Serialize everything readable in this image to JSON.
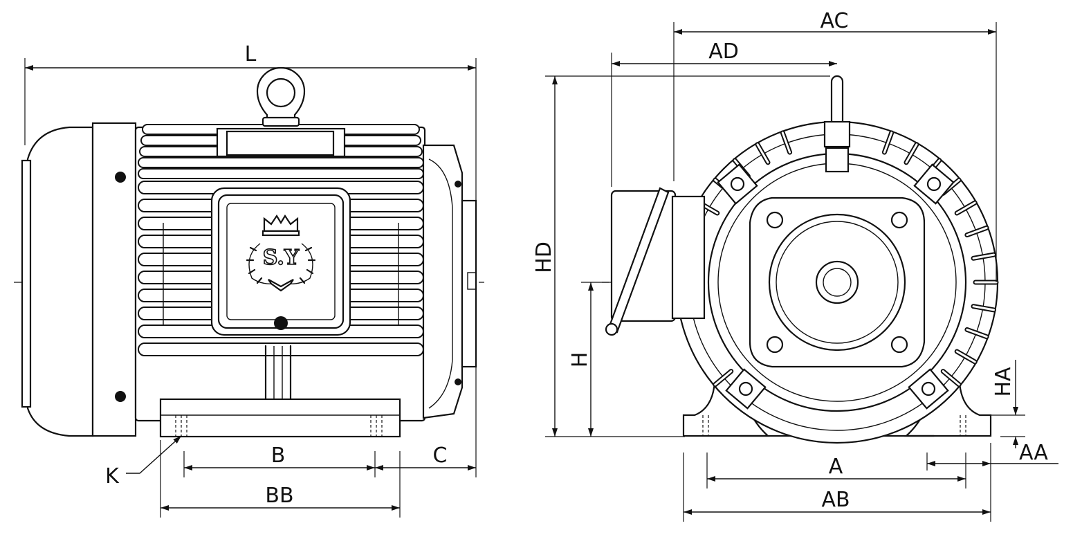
{
  "logo": {
    "text": "S.Y"
  },
  "dimensions": {
    "L": "L",
    "B": "B",
    "BB": "BB",
    "C": "C",
    "K": "K",
    "AC": "AC",
    "AD": "AD",
    "HD": "HD",
    "H": "H",
    "HA": "HA",
    "A": "A",
    "AB": "AB",
    "AA": "AA"
  }
}
